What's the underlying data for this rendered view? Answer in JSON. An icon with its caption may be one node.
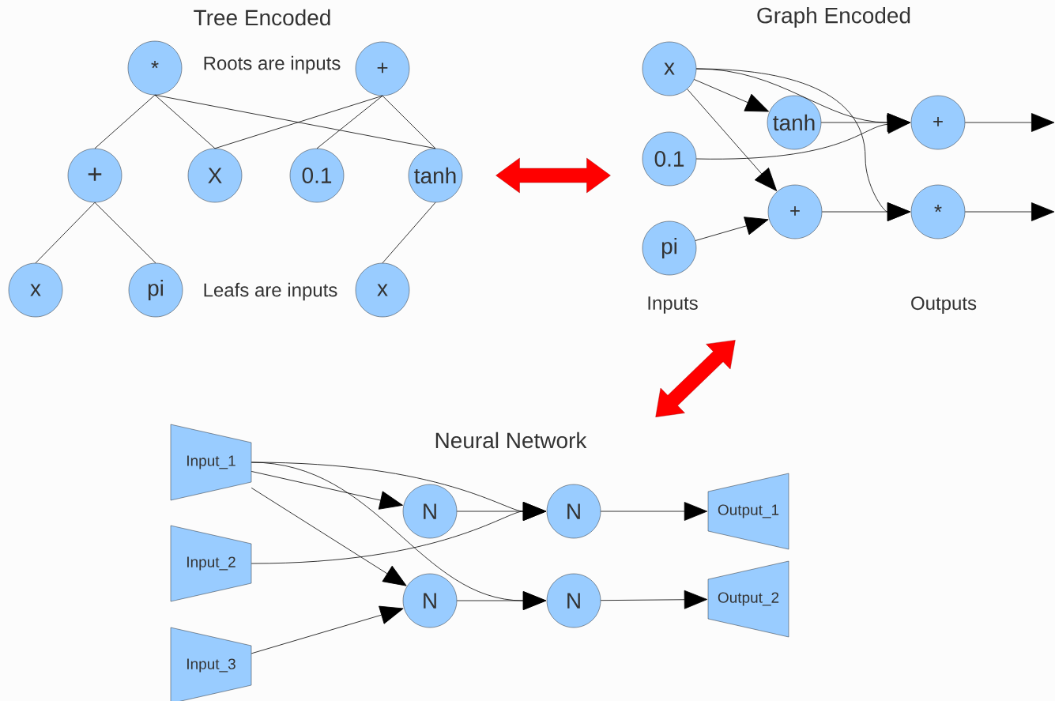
{
  "diagram": {
    "nodes": [
      {
        "text": [
          "*"
        ]
      },
      {
        "text": [
          "+"
        ]
      },
      {
        "text": [
          "+"
        ]
      },
      {
        "text": [
          "X"
        ]
      },
      {
        "text": [
          "0.1"
        ]
      },
      {
        "text": [
          "tanh"
        ]
      },
      {
        "text": [
          "x"
        ]
      },
      {
        "text": [
          "pi"
        ]
      },
      {
        "text": [
          "x"
        ]
      },
      {
        "text": [
          "x"
        ]
      },
      {
        "text": [
          "0.1"
        ]
      },
      {
        "text": [
          "pi"
        ]
      },
      {
        "text": [
          "tanh"
        ]
      },
      {
        "text": [
          "+"
        ]
      },
      {
        "text": [
          "+"
        ]
      },
      {
        "text": [
          "*"
        ]
      },
      {
        "text": [
          "Input_1"
        ]
      },
      {
        "text": [
          "Input_2"
        ]
      },
      {
        "text": [
          "Input_3"
        ]
      },
      {
        "text": [
          "N"
        ]
      },
      {
        "text": [
          "N"
        ]
      },
      {
        "text": [
          "N"
        ]
      },
      {
        "text": [
          "N"
        ]
      },
      {
        "text": [
          "Output_1"
        ]
      },
      {
        "text": [
          "Output_2"
        ]
      }
    ],
    "edges": [
      {
        "from": 0,
        "to": 2,
        "arrow": "none"
      },
      {
        "from": 0,
        "to": 3,
        "arrow": "none"
      },
      {
        "from": 0,
        "to": 5,
        "arrow": "none"
      },
      {
        "from": 1,
        "to": 3,
        "arrow": "none"
      },
      {
        "from": 1,
        "to": 4,
        "arrow": "none"
      },
      {
        "from": 1,
        "to": 5,
        "arrow": "none"
      },
      {
        "from": 2,
        "to": 6,
        "arrow": "none"
      },
      {
        "from": 2,
        "to": 7,
        "arrow": "none"
      },
      {
        "from": 5,
        "to": 8,
        "arrow": "none"
      },
      {
        "from": 9,
        "to": 12,
        "arrow": "to"
      },
      {
        "from": 9,
        "to": 13,
        "arrow": "to"
      },
      {
        "from": 9,
        "to": 14,
        "arrow": "to"
      },
      {
        "from": 9,
        "to": 15,
        "arrow": "to"
      },
      {
        "from": 12,
        "to": 14,
        "arrow": "to"
      },
      {
        "from": 10,
        "to": 14,
        "arrow": "to"
      },
      {
        "from": 11,
        "to": 13,
        "arrow": "to"
      },
      {
        "from": 13,
        "to": 15,
        "arrow": "to"
      },
      {
        "from": 14,
        "to": null,
        "arrow": "to"
      },
      {
        "from": 15,
        "to": null,
        "arrow": "to"
      },
      {
        "from": 16,
        "to": 19,
        "arrow": "to"
      },
      {
        "from": 16,
        "to": 20,
        "arrow": "to"
      },
      {
        "from": 16,
        "to": 21,
        "arrow": "to"
      },
      {
        "from": 16,
        "to": 22,
        "arrow": "to"
      },
      {
        "from": 17,
        "to": 21,
        "arrow": "to"
      },
      {
        "from": 19,
        "to": 21,
        "arrow": "to"
      },
      {
        "from": 18,
        "to": 20,
        "arrow": "to"
      },
      {
        "from": 20,
        "to": 22,
        "arrow": "to"
      },
      {
        "from": 21,
        "to": 23,
        "arrow": "to"
      },
      {
        "from": 22,
        "to": 24,
        "arrow": "to"
      }
    ],
    "labels": [
      "Tree Encoded",
      "Graph Encoded",
      "Roots are inputs",
      "Leafs are inputs",
      "Inputs",
      "Outputs",
      "Neural Network"
    ]
  }
}
